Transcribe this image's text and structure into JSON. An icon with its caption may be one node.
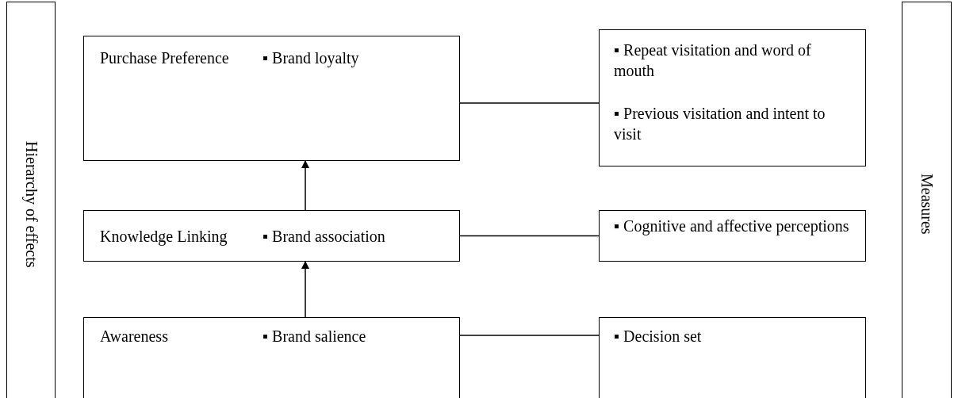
{
  "diagram": {
    "nodes": [
      {
        "text": [
          "Hierarchy of effects"
        ]
      },
      {
        "text": [
          "Purchase Preference",
          "▪ Brand loyalty"
        ]
      },
      {
        "text": [
          "▪ Repeat visitation and word of mouth",
          "▪ Previous visitation and intent to visit"
        ]
      },
      {
        "text": [
          "Knowledge Linking",
          "▪ Brand association"
        ]
      },
      {
        "text": [
          "▪ Cognitive and affective perceptions"
        ]
      },
      {
        "text": [
          "Awareness",
          "▪ Brand salience"
        ]
      },
      {
        "text": [
          "▪ Decision set"
        ]
      },
      {
        "text": [
          "Measures"
        ]
      }
    ],
    "edges": [
      {
        "from": 5,
        "to": 3,
        "arrow": "to"
      },
      {
        "from": 3,
        "to": 1,
        "arrow": "to"
      },
      {
        "from": 1,
        "to": 2,
        "arrow": "none"
      },
      {
        "from": 3,
        "to": 4,
        "arrow": "none"
      },
      {
        "from": 5,
        "to": 6,
        "arrow": "none"
      }
    ]
  }
}
